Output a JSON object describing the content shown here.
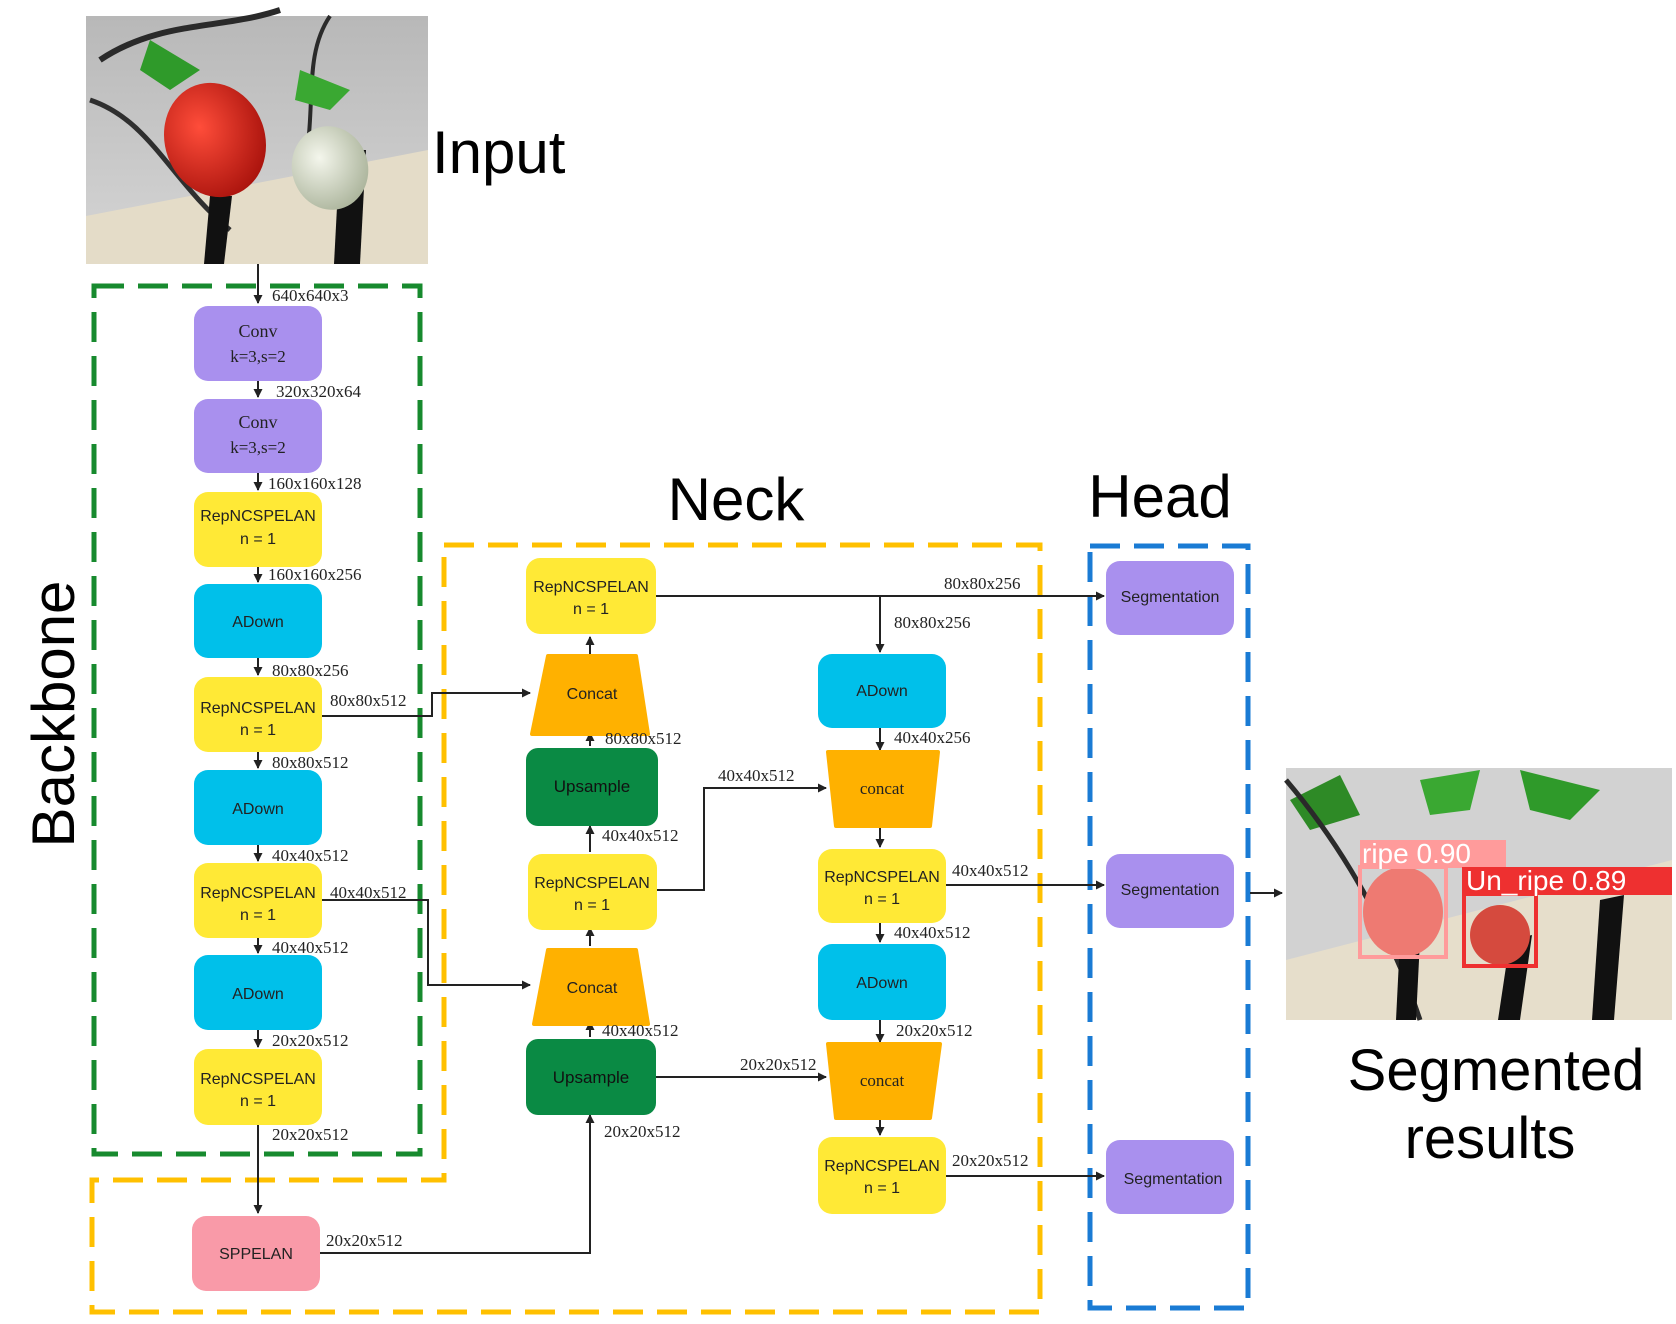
{
  "titles": {
    "input": "Input",
    "backbone": "Backbone",
    "neck": "Neck",
    "head": "Head",
    "segmented_line1": "Segmented",
    "segmented_line2": "results"
  },
  "colors": {
    "conv": "#a990ee",
    "repncspelan": "#ffe936",
    "adown": "#00c0ea",
    "upsample": "#0a8a44",
    "concat": "#ffb100",
    "sppelan": "#f99aa8",
    "segmentation": "#a990ee",
    "backbone_border": "#178a2e",
    "neck_border": "#ffc000",
    "head_border": "#1a7bd4",
    "ripe_box": "#ff9b9b",
    "unripe_box": "#ee3030"
  },
  "backbone": {
    "conv1": {
      "line1": "Conv",
      "line2": "k=3,s=2"
    },
    "conv2": {
      "line1": "Conv",
      "line2": "k=3,s=2"
    },
    "rep1": {
      "line1": "RepNCSPELAN",
      "line2": "n = 1"
    },
    "adown1": "ADown",
    "rep2": {
      "line1": "RepNCSPELAN",
      "line2": "n = 1"
    },
    "adown2": "ADown",
    "rep3": {
      "line1": "RepNCSPELAN",
      "line2": "n = 1"
    },
    "adown3": "ADown",
    "rep4": {
      "line1": "RepNCSPELAN",
      "line2": "n = 1"
    },
    "sppelan": "SPPELAN",
    "dims": [
      "640x640x3",
      "320x320x64",
      "160x160x128",
      "160x160x256",
      "80x80x256",
      "80x80x512",
      "40x40x512",
      "40x40x512",
      "20x20x512",
      "20x20x512"
    ],
    "side_dims": {
      "rep2_out": "80x80x512",
      "rep3_out": "40x40x512",
      "spp_out": "20x20x512"
    }
  },
  "neck": {
    "rep_top": {
      "line1": "RepNCSPELAN",
      "line2": "n = 1"
    },
    "concat_top": "Concat",
    "upsample_top": "Upsample",
    "rep_mid": {
      "line1": "RepNCSPELAN",
      "line2": "n = 1"
    },
    "concat_mid": "Concat",
    "upsample_bot": "Upsample",
    "adown_a": "ADown",
    "concat_a": "concat",
    "rep_a": {
      "line1": "RepNCSPELAN",
      "line2": "n = 1"
    },
    "adown_b": "ADown",
    "concat_b": "concat",
    "rep_b": {
      "line1": "RepNCSPELAN",
      "line2": "n = 1"
    },
    "dims": {
      "rep_top_out": "80x80x256",
      "rep_top_down": "80x80x256",
      "upsample_top_out": "80x80x512",
      "rep_mid_out": "40x40x512",
      "rep_mid_side": "40x40x512",
      "upsample_bot_out": "40x40x512",
      "spp_in": "20x20x512",
      "upsample_bot_side": "20x20x512",
      "adown_a_out": "40x40x256",
      "rep_a_out": "40x40x512",
      "rep_a_down": "40x40x512",
      "adown_b_out": "20x20x512",
      "rep_b_out": "20x20x512"
    }
  },
  "head": {
    "seg1": "Segmentation",
    "seg2": "Segmentation",
    "seg3": "Segmentation"
  },
  "detections": [
    {
      "label": "ripe 0.90"
    },
    {
      "label": "Un_ripe 0.89"
    }
  ]
}
